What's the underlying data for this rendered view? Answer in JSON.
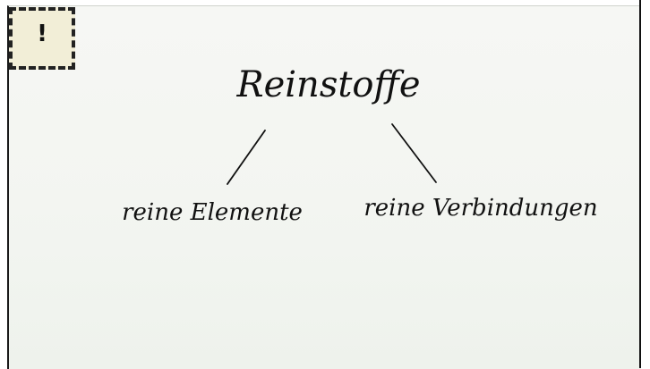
{
  "badge": {
    "mark": "!",
    "icon": "warning-sticker-icon"
  },
  "diagram": {
    "root": "Reinstoffe",
    "children": [
      {
        "label": "reine Elemente"
      },
      {
        "label": "reine Verbindungen"
      }
    ]
  },
  "colors": {
    "ink": "#111111",
    "board": "#f4f6f2",
    "badge": "#f2eed7"
  }
}
